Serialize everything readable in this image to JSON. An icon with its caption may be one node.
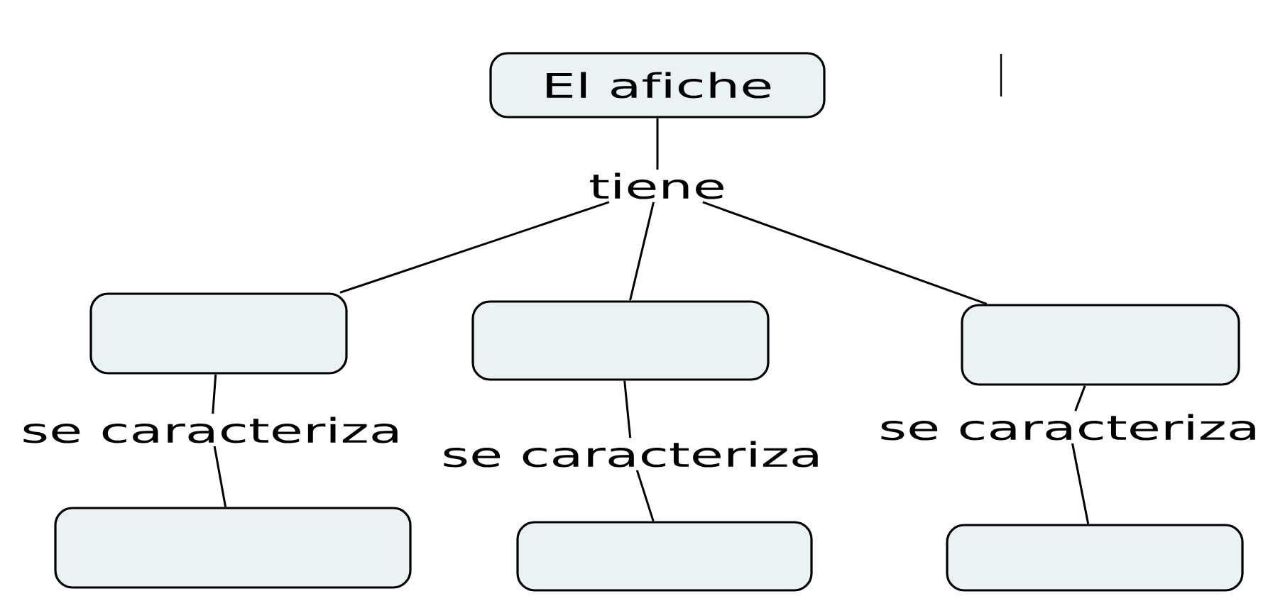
{
  "diagram": {
    "nodes": [
      {
        "text": [
          "El afiche"
        ]
      },
      {
        "text": [
          "tiene"
        ]
      },
      {
        "text": [],
        "shape": "box"
      },
      {
        "text": [],
        "shape": "box"
      },
      {
        "text": [],
        "shape": "box"
      },
      {
        "text": [
          "se caracteriza"
        ]
      },
      {
        "text": [
          "se caracteriza"
        ]
      },
      {
        "text": [
          "se caracteriza"
        ]
      },
      {
        "text": [],
        "shape": "box"
      },
      {
        "text": [],
        "shape": "box"
      },
      {
        "text": [],
        "shape": "box"
      }
    ],
    "edges": [
      {
        "from": 0,
        "to": 1,
        "arrow": "none"
      },
      {
        "from": 1,
        "to": 2,
        "arrow": "none"
      },
      {
        "from": 1,
        "to": 3,
        "arrow": "none"
      },
      {
        "from": 1,
        "to": 4,
        "arrow": "none"
      },
      {
        "from": 2,
        "to": 5,
        "arrow": "none"
      },
      {
        "from": 3,
        "to": 6,
        "arrow": "none"
      },
      {
        "from": 4,
        "to": 7,
        "arrow": "none"
      },
      {
        "from": 5,
        "to": 8,
        "arrow": "none"
      },
      {
        "from": 6,
        "to": 9,
        "arrow": "none"
      },
      {
        "from": 7,
        "to": 10,
        "arrow": "none"
      }
    ]
  }
}
